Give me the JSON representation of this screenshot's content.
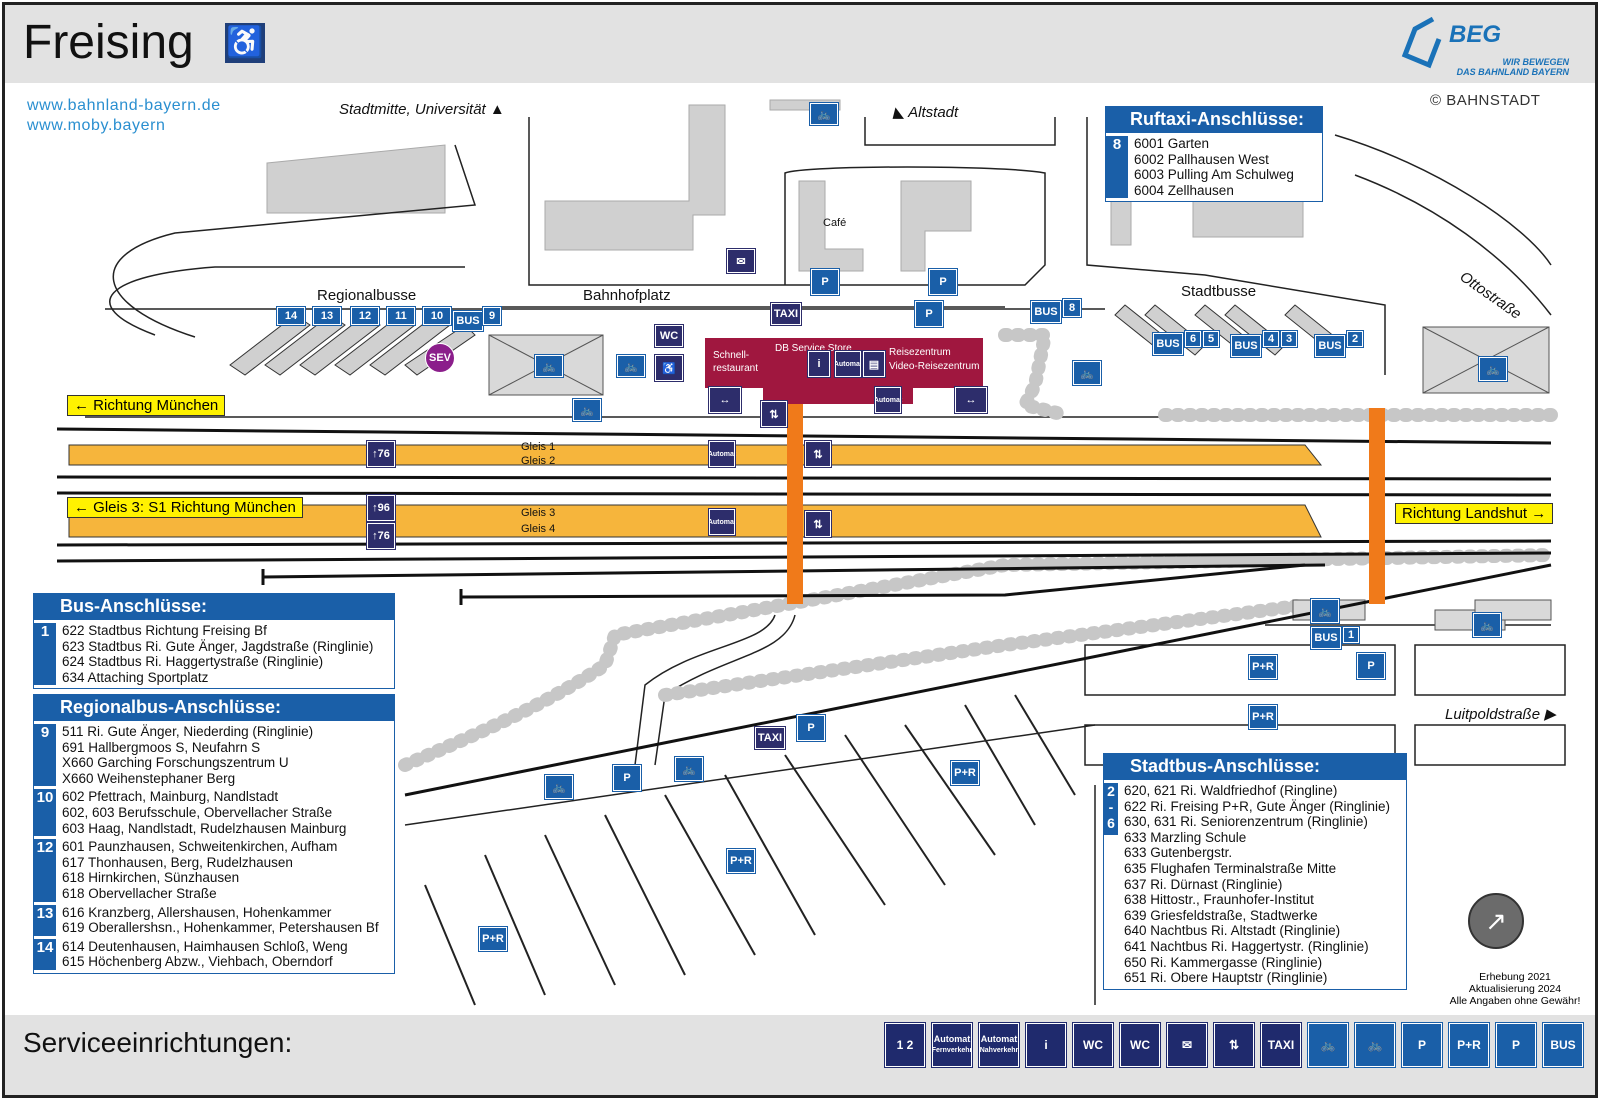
{
  "header": {
    "title": "Freising",
    "brand": "BEG",
    "brand_slogan_1": "WIR BEWEGEN",
    "brand_slogan_2": "DAS BAHNLAND BAYERN"
  },
  "links": {
    "url_1": "www.bahnland-bayern.de",
    "url_2": "www.moby.bayern"
  },
  "copyright": "© BAHNSTADT",
  "directions": {
    "north_center": "Stadtmitte, Universität",
    "altstadt": "Altstadt",
    "ottostrasse": "Ottostraße",
    "luitpoldstrasse": "Luitpoldstraße",
    "richtung_muenchen": "Richtung München",
    "gleis3_s1": "Gleis 3: S1 Richtung München",
    "richtung_landshut": "Richtung Landshut"
  },
  "places": {
    "regionalbusse": "Regionalbusse",
    "bahnhofplatz": "Bahnhofplatz",
    "stadtbusse": "Stadtbusse",
    "cafe": "Café",
    "schnell": "Schnell-",
    "restaurant": "restaurant",
    "db_store": "DB Service Store",
    "reisezentrum": "Reisezentrum",
    "video_reisezentrum": "Video-Reisezentrum",
    "gleis_1": "Gleis 1",
    "gleis_2": "Gleis 2",
    "gleis_3": "Gleis 3",
    "gleis_4": "Gleis 4"
  },
  "icons": {
    "bus": "BUS",
    "taxi": "TAXI",
    "wc": "WC",
    "sev": "SEV",
    "pr": "P+R",
    "p": "P",
    "automat": "Automat",
    "lift_76": "76",
    "lift_96": "96",
    "bay_14": "14",
    "bay_13": "13",
    "bay_12": "12",
    "bay_11": "11",
    "bay_10": "10",
    "bay_9": "9",
    "bay_8": "8",
    "bay_6": "6",
    "bay_5": "5",
    "bay_4": "4",
    "bay_3": "3",
    "bay_2": "2",
    "bay_1": "1"
  },
  "ruftaxi": {
    "title": "Ruftaxi-Anschlüsse:",
    "groups": [
      {
        "num": "8",
        "lines": [
          "6001 Garten",
          "6002 Pallhausen West",
          "6003 Pulling Am Schulweg",
          "6004 Zellhausen"
        ]
      }
    ]
  },
  "bus_anschluesse": {
    "title": "Bus-Anschlüsse:",
    "groups": [
      {
        "num": "1",
        "lines": [
          "622 Stadtbus Richtung Freising Bf",
          "623 Stadtbus Ri. Gute Änger, Jagdstraße (Ringlinie)",
          "624 Stadtbus Ri. Haggertystraße (Ringlinie)",
          "634 Attaching Sportplatz"
        ]
      }
    ]
  },
  "regionalbus_anschluesse": {
    "title": "Regionalbus-Anschlüsse:",
    "groups": [
      {
        "num": "9",
        "lines": [
          "511 Ri. Gute Änger, Niederding (Ringlinie)",
          "691 Hallbergmoos S, Neufahrn S",
          "X660 Garching Forschungszentrum U",
          "X660 Weihenstephaner Berg"
        ]
      },
      {
        "num": "10",
        "lines": [
          "602 Pfettrach, Mainburg, Nandlstadt",
          "602, 603 Berufsschule, Obervellacher Straße",
          "603 Haag, Nandlstadt, Rudelzhausen Mainburg"
        ]
      },
      {
        "num": "12",
        "lines": [
          "601 Paunzhausen, Schweitenkirchen, Aufham",
          "617 Thonhausen, Berg, Rudelzhausen",
          "618 Hirnkirchen, Sünzhausen",
          "618 Obervellacher Straße"
        ]
      },
      {
        "num": "13",
        "lines": [
          "616 Kranzberg, Allershausen, Hohenkammer",
          "619 Oberallershsn., Hohenkammer, Petershausen Bf"
        ]
      },
      {
        "num": "14",
        "lines": [
          "614 Deutenhausen, Haimhausen Schloß, Weng",
          "615 Höchenberg Abzw., Viehbach, Oberndorf"
        ]
      }
    ]
  },
  "stadtbus_anschluesse": {
    "title": "Stadtbus-Anschlüsse:",
    "groups": [
      {
        "num": "2 - 6",
        "lines": [
          "620, 621 Ri. Waldfriedhof (Ringline)",
          "622 Ri. Freising P+R, Gute Änger (Ringlinie)",
          "630, 631 Ri. Seniorenzentrum (Ringlinie)",
          "633 Marzling Schule",
          "633 Gutenbergstr.",
          "635 Flughafen Terminalstraße Mitte",
          "637 Ri. Dürnast (Ringlinie)",
          "638 Hittostr., Fraunhofer-Institut",
          "639 Griesfeldstraße, Stadtwerke",
          "640 Nachtbus Ri. Altstadt (Ringlinie)",
          "641 Nachtbus Ri. Haggertystr. (Ringlinie)",
          "650 Ri. Kammergasse (Ringlinie)",
          "651 Ri. Obere Hauptstr (Ringlinie)"
        ]
      }
    ]
  },
  "footer": {
    "erhebung": "Erhebung 2021",
    "aktualisierung": "Aktualisierung 2024",
    "disclaimer": "Alle Angaben ohne Gewähr!",
    "services_label": "Serviceeinrichtungen:",
    "services": [
      {
        "icon": "ticket-machine-icon",
        "label": "1 2"
      },
      {
        "icon": "ticket-machine-long-distance-icon",
        "label": "Automat",
        "sub": "Fernverkehr"
      },
      {
        "icon": "ticket-machine-regional-icon",
        "label": "Automat",
        "sub": "Nahverkehr"
      },
      {
        "icon": "info-point-icon",
        "label": "i"
      },
      {
        "icon": "accessible-wc-icon",
        "label": "WC"
      },
      {
        "icon": "wc-icon",
        "label": "WC"
      },
      {
        "icon": "post-icon",
        "label": "✉"
      },
      {
        "icon": "elevator-icon",
        "label": "⇅"
      },
      {
        "icon": "taxi-icon",
        "label": "TAXI"
      },
      {
        "icon": "bike-parking-icon",
        "label": "🚲"
      },
      {
        "icon": "bike-icon",
        "label": "🚲"
      },
      {
        "icon": "accessible-parking-icon",
        "label": "P"
      },
      {
        "icon": "park-and-ride-icon",
        "label": "P+R"
      },
      {
        "icon": "short-term-parking-icon",
        "label": "P"
      },
      {
        "icon": "bus-icon",
        "label": "BUS"
      }
    ]
  },
  "colors": {
    "platform": "#f6b53c",
    "bridge": "#f07a1a",
    "store": "#a0173f",
    "icon_blue": "#1a5fa8",
    "icon_dark": "#2d2d6b"
  }
}
